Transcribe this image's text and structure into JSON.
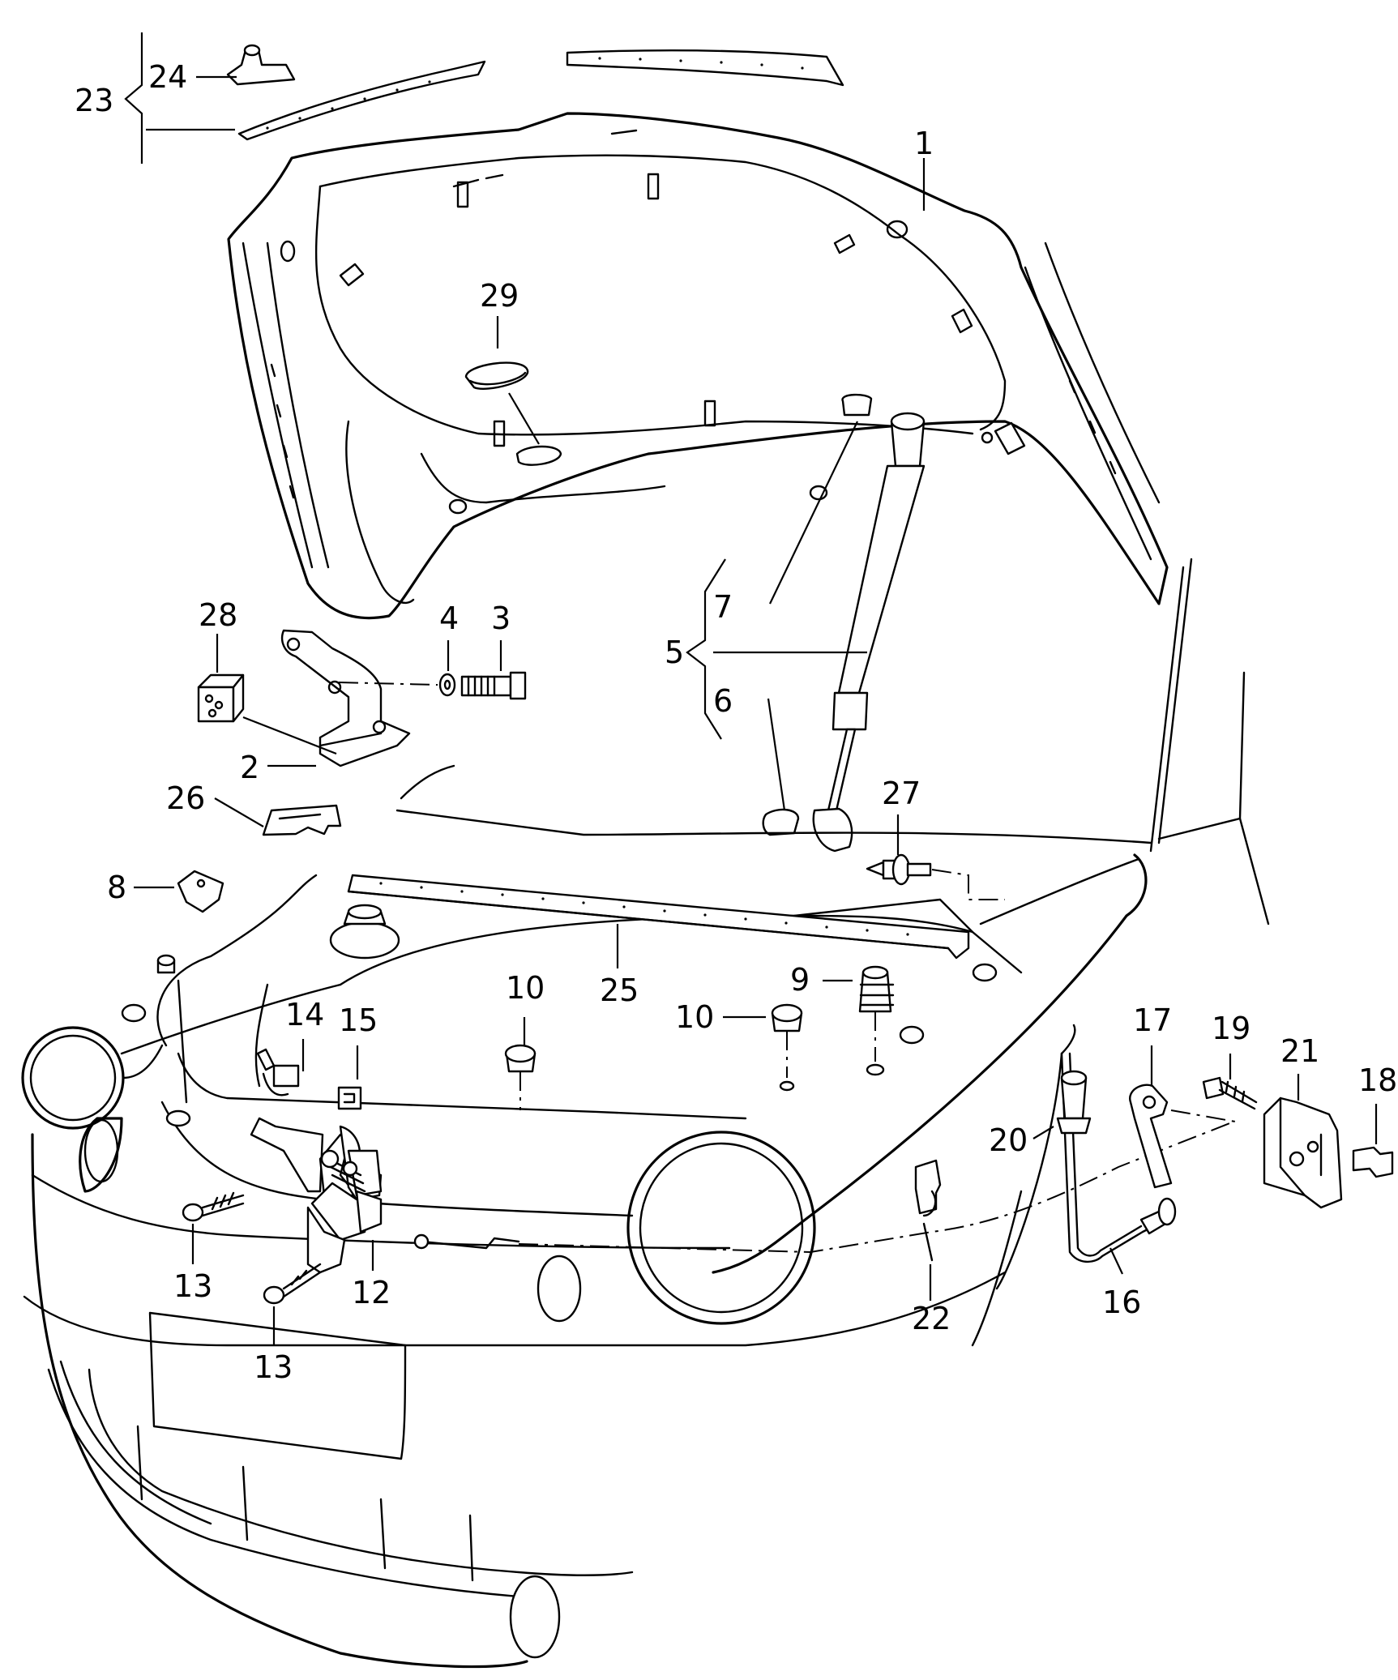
{
  "callouts": [
    {
      "key": "c1",
      "text": "1"
    },
    {
      "key": "c2",
      "text": "2"
    },
    {
      "key": "c3",
      "text": "3"
    },
    {
      "key": "c4",
      "text": "4"
    },
    {
      "key": "c5",
      "text": "5"
    },
    {
      "key": "c6",
      "text": "6"
    },
    {
      "key": "c7",
      "text": "7"
    },
    {
      "key": "c8",
      "text": "8"
    },
    {
      "key": "c9",
      "text": "9"
    },
    {
      "key": "c10a",
      "text": "10"
    },
    {
      "key": "c10b",
      "text": "10"
    },
    {
      "key": "c12",
      "text": "12"
    },
    {
      "key": "c13a",
      "text": "13"
    },
    {
      "key": "c13b",
      "text": "13"
    },
    {
      "key": "c14",
      "text": "14"
    },
    {
      "key": "c15",
      "text": "15"
    },
    {
      "key": "c16",
      "text": "16"
    },
    {
      "key": "c17",
      "text": "17"
    },
    {
      "key": "c18",
      "text": "18"
    },
    {
      "key": "c19",
      "text": "19"
    },
    {
      "key": "c20",
      "text": "20"
    },
    {
      "key": "c21",
      "text": "21"
    },
    {
      "key": "c22",
      "text": "22"
    },
    {
      "key": "c23",
      "text": "23"
    },
    {
      "key": "c24",
      "text": "24"
    },
    {
      "key": "c25",
      "text": "25"
    },
    {
      "key": "c26",
      "text": "26"
    },
    {
      "key": "c27",
      "text": "27"
    },
    {
      "key": "c28",
      "text": "28"
    },
    {
      "key": "c29",
      "text": "29"
    }
  ]
}
